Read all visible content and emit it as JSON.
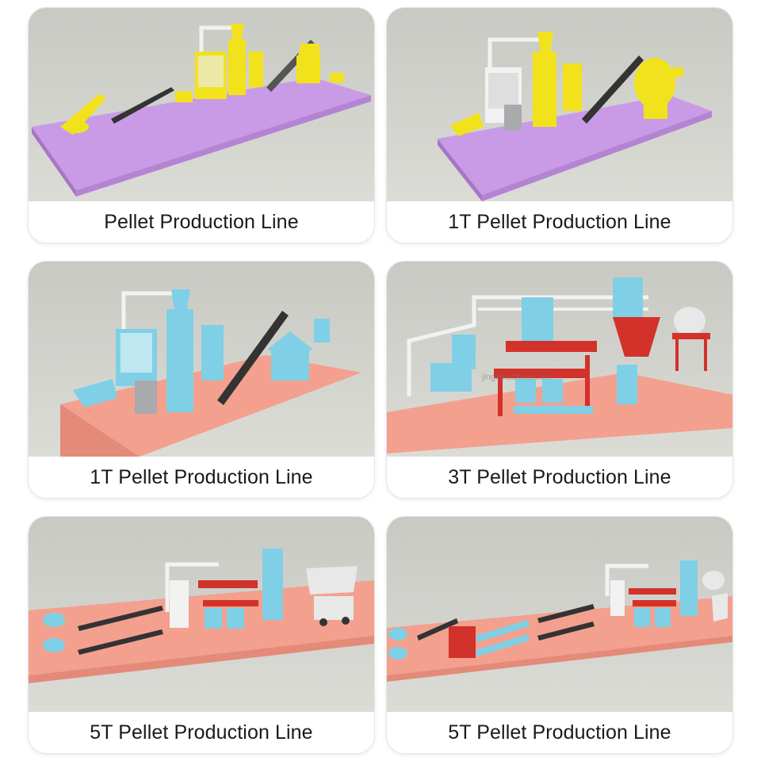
{
  "cards": [
    {
      "caption": "Pellet Production Line"
    },
    {
      "caption": "1T Pellet Production Line"
    },
    {
      "caption": "1T Pellet Production Line"
    },
    {
      "caption": "3T Pellet Production Line"
    },
    {
      "caption": "5T Pellet Production Line"
    },
    {
      "caption": "5T Pellet Production Line"
    }
  ],
  "watermark": "jingiimachine.com",
  "colors": {
    "floor_purple": "#c99be6",
    "floor_salmon": "#f3a08e",
    "machine_yellow": "#f2e21c",
    "machine_cyan": "#7fd0e6",
    "frame_red": "#d2322a",
    "pipe_white": "#f2f2f2"
  }
}
